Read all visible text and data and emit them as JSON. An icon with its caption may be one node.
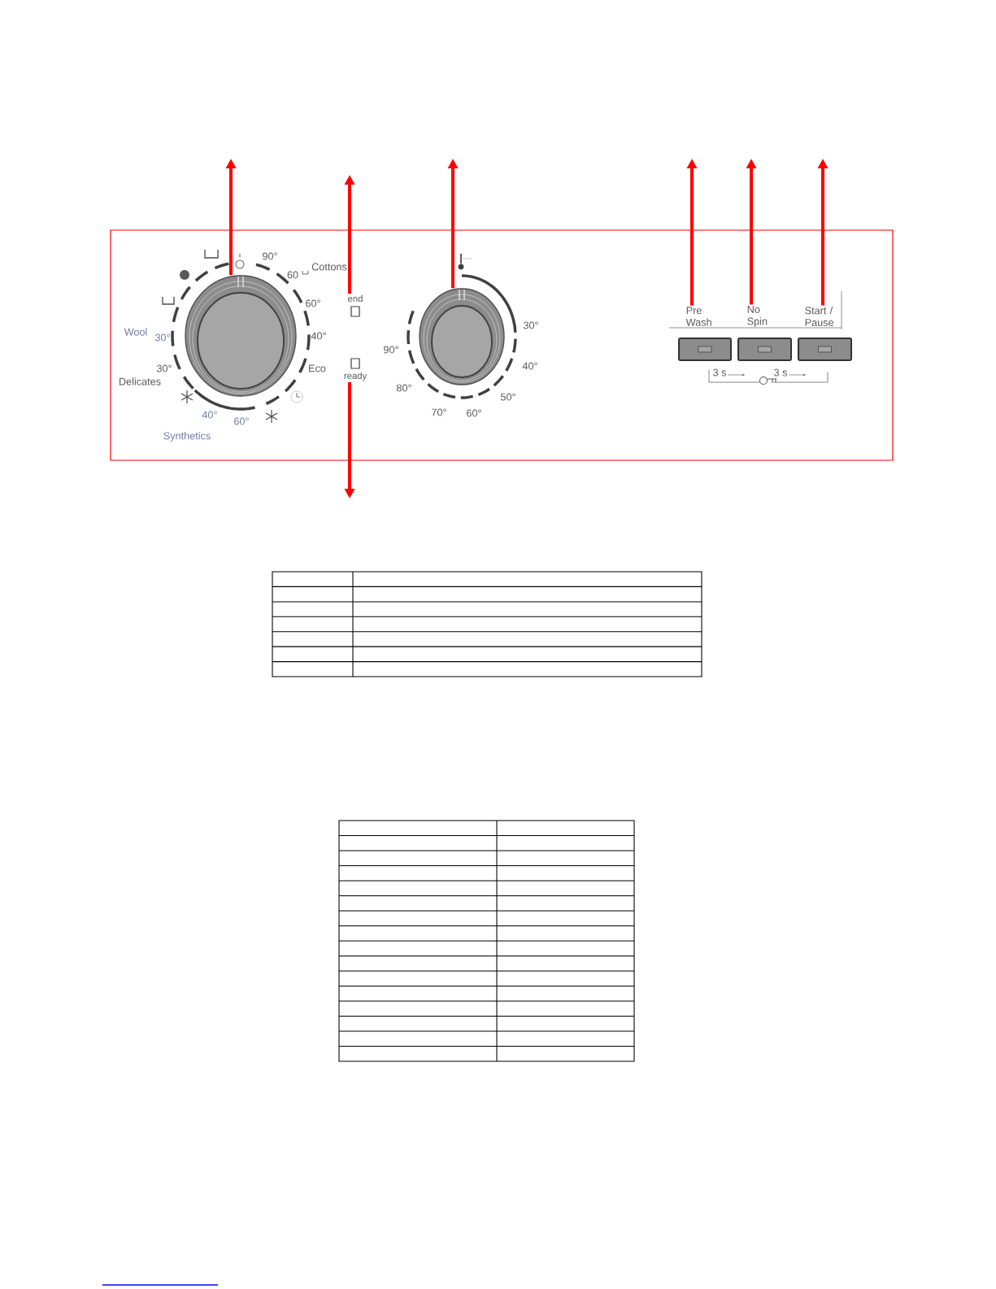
{
  "diagram": {
    "nodes": [
      {
        "text": [],
        "shape": "circle"
      },
      {
        "text": [
          "end"
        ]
      },
      {
        "text": [
          "ready"
        ]
      },
      {
        "text": [],
        "shape": "circle"
      },
      {
        "text": [
          "Pre Wash"
        ]
      },
      {
        "text": [
          "No Spin"
        ]
      },
      {
        "text": [
          "Start / Pause"
        ]
      }
    ],
    "edges": [
      {
        "from": 0,
        "to": null,
        "arrow": "to"
      },
      {
        "from": 1,
        "to": null,
        "arrow": "to"
      },
      {
        "from": 3,
        "to": null,
        "arrow": "to"
      },
      {
        "from": 4,
        "to": null,
        "arrow": "to"
      },
      {
        "from": 5,
        "to": null,
        "arrow": "to"
      },
      {
        "from": 6,
        "to": null,
        "arrow": "to"
      },
      {
        "from": 2,
        "to": null,
        "arrow": "to"
      }
    ],
    "labels": [
      "90°",
      "60",
      "Cottons",
      "60°",
      "40°",
      "Eco",
      "Wool",
      "30°",
      "30°",
      "Delicates",
      "40°",
      "60°",
      "Synthetics",
      "30°",
      "40°",
      "50°",
      "60°",
      "70°",
      "80°",
      "90°",
      "3 s",
      "3 s"
    ]
  }
}
